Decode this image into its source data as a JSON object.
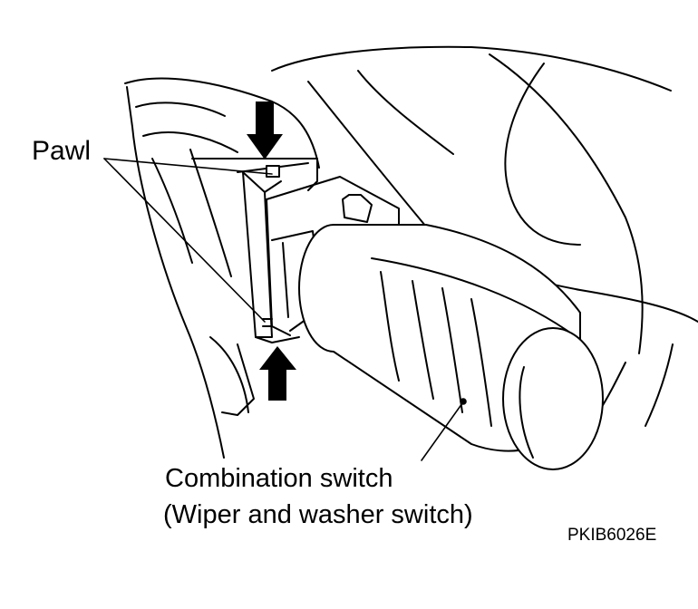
{
  "callouts": {
    "pawl": "Pawl",
    "combination_switch_line1": "Combination switch",
    "combination_switch_line2": "(Wiper and washer switch)"
  },
  "figure_code": "PKIB6026E",
  "colors": {
    "ink": "#000000",
    "paper": "#ffffff"
  }
}
